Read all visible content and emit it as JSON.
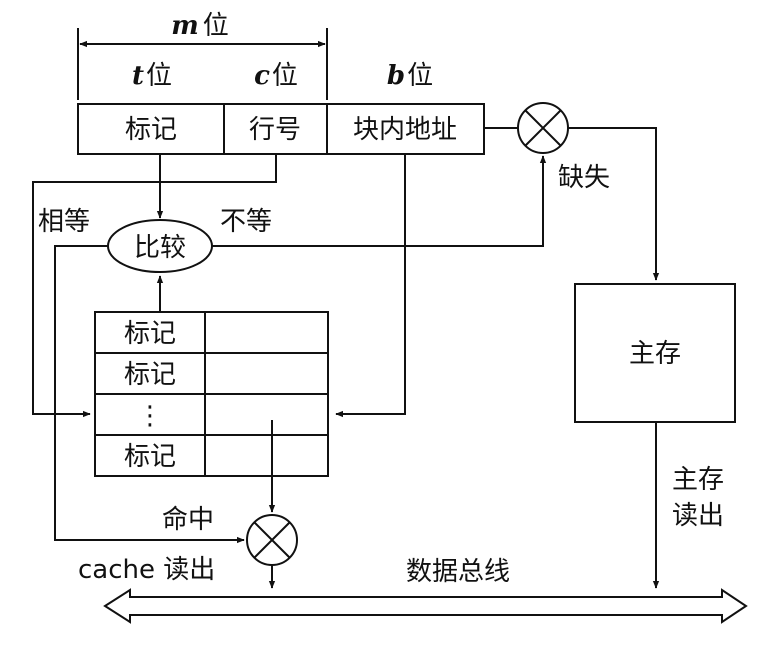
{
  "address": {
    "m_var": "m",
    "t_var": "t",
    "c_var": "c",
    "b_var": "b",
    "bit_suffix": "位",
    "field_tag": "标记",
    "field_line": "行号",
    "field_offset": "块内地址"
  },
  "compare": {
    "label": "比较",
    "equal": "相等",
    "not_equal": "不等"
  },
  "miss_label": "缺失",
  "main_memory": {
    "label": "主存",
    "read_line1": "主存",
    "read_line2": "读出"
  },
  "cache": {
    "rows": [
      "标记",
      "标记",
      "⋮",
      "标记"
    ]
  },
  "hit_label": "命中",
  "cache_read_label": "cache 读出",
  "bus_label": "数据总线"
}
